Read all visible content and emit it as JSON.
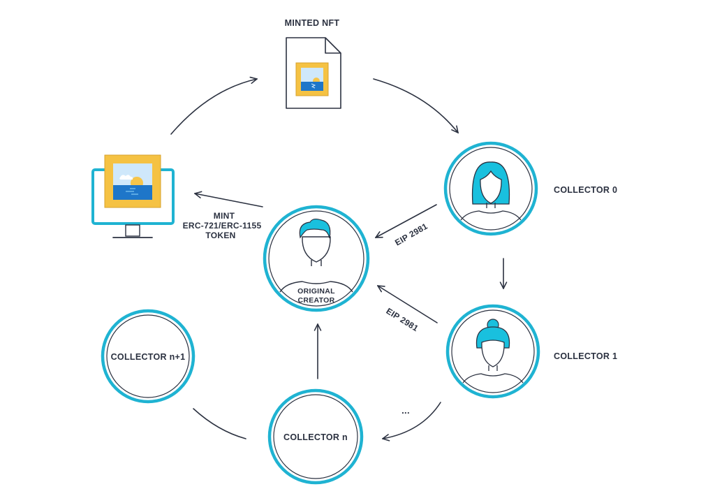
{
  "diagram": {
    "nodes": {
      "minted_nft": {
        "label": "MINTED NFT"
      },
      "collector_0": {
        "label": "COLLECTOR 0"
      },
      "collector_1": {
        "label": "COLLECTOR 1"
      },
      "collector_n": {
        "label": "COLLECTOR n"
      },
      "collector_n1": {
        "label": "COLLECTOR n+1"
      },
      "original_creator": {
        "label_line1": "ORIGINAL",
        "label_line2": "CREATOR"
      }
    },
    "edges": {
      "mint": {
        "line1": "MINT",
        "line2": "ERC-721/ERC-1155",
        "line3": "TOKEN"
      },
      "royalty_0": {
        "label": "EIP 2981"
      },
      "royalty_1": {
        "label": "EIP 2981"
      },
      "ellipsis": {
        "label": "..."
      }
    },
    "colors": {
      "ring": "#1fb3d2",
      "accent": "#19c0de",
      "ink": "#2b3140",
      "frame_gold": "#f5c243",
      "sky": "#cfe8fb",
      "sea": "#1e76c9",
      "sun": "#f6c54b"
    },
    "icons": [
      "document-icon",
      "framed-picture-icon",
      "monitor-icon",
      "avatar-icon"
    ]
  }
}
